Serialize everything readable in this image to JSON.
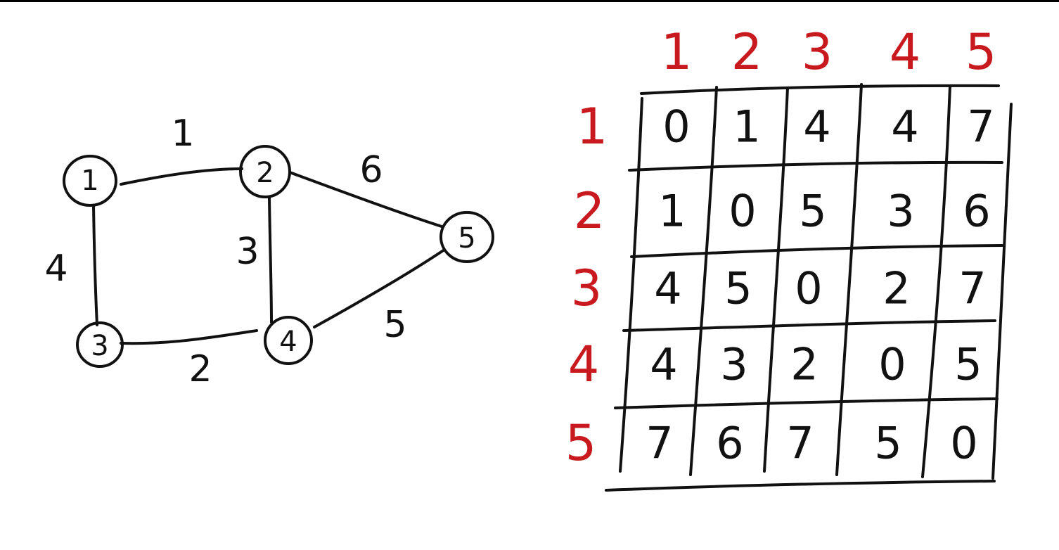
{
  "colors": {
    "ink": "#111111",
    "header": "#c8191e",
    "background": "#ffffff"
  },
  "graph": {
    "nodes": [
      {
        "id": "1",
        "label": "1"
      },
      {
        "id": "2",
        "label": "2"
      },
      {
        "id": "3",
        "label": "3"
      },
      {
        "id": "4",
        "label": "4"
      },
      {
        "id": "5",
        "label": "5"
      }
    ],
    "edges": [
      {
        "from": "1",
        "to": "2",
        "weight": "1"
      },
      {
        "from": "1",
        "to": "3",
        "weight": "4"
      },
      {
        "from": "2",
        "to": "4",
        "weight": "3"
      },
      {
        "from": "2",
        "to": "5",
        "weight": "6"
      },
      {
        "from": "3",
        "to": "4",
        "weight": "2"
      },
      {
        "from": "4",
        "to": "5",
        "weight": "5"
      }
    ]
  },
  "matrix": {
    "column_headers": [
      "1",
      "2",
      "3",
      "4",
      "5"
    ],
    "row_headers": [
      "1",
      "2",
      "3",
      "4",
      "5"
    ],
    "rows": [
      [
        "0",
        "1",
        "4",
        "4",
        "7"
      ],
      [
        "1",
        "0",
        "5",
        "3",
        "6"
      ],
      [
        "4",
        "5",
        "0",
        "2",
        "7"
      ],
      [
        "4",
        "3",
        "2",
        "0",
        "5"
      ],
      [
        "7",
        "6",
        "7",
        "5",
        "0"
      ]
    ]
  }
}
